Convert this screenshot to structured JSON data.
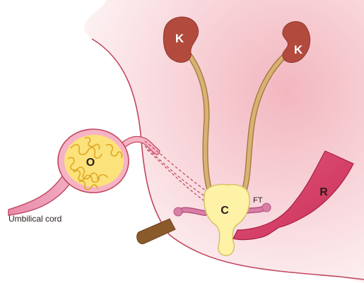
{
  "labels": {
    "kidney_left": "K",
    "kidney_right": "K",
    "gonad": "O",
    "cloaca": "C",
    "fallopian_tube": "FT",
    "rectum": "R",
    "umbilical_cord": "Umbilical cord"
  },
  "colors": {
    "background_tint": "#f6c9cf",
    "body_outline": "#c0475f",
    "kidney": "#b34a3e",
    "ureter": "#c9a15c",
    "ureter_outline": "#9c7336",
    "gonad_fill": "#f6b3c5",
    "gonad_outline": "#c0475f",
    "tubules": "#e0a823",
    "tubule_core": "#fbe27b",
    "cloaca_fill": "#fdf2a6",
    "cloaca_outline": "#d4c162",
    "rectum": "#d13c63",
    "tube_stub": "#8b5a2b",
    "lateral_tubes": "#d87fa6"
  }
}
